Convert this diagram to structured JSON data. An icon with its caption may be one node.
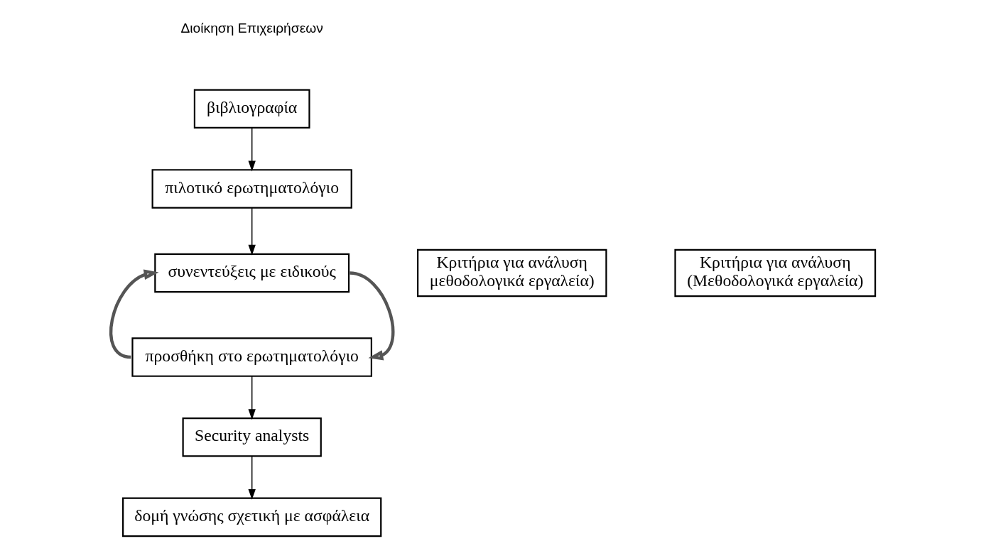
{
  "diagram": {
    "nodes": [
      {
        "text": [
          "βιβλιογραφία"
        ]
      },
      {
        "text": [
          "πιλοτικό ερωτηματολόγιο"
        ]
      },
      {
        "text": [
          "Κριτήρια για ανάλυση μεθοδολογικά εργαλεία)"
        ]
      },
      {
        "text": [
          "συνεντεύξεις με ειδικούς"
        ]
      },
      {
        "text": [
          "Κριτήρια για ανάλυση (Μεθοδολογικά εργαλεία)"
        ]
      },
      {
        "text": [
          "προσθήκη στο ερωτηματολόγιο"
        ]
      },
      {
        "text": [
          "Security analysts"
        ]
      },
      {
        "text": [
          "δομή γνώσης σχετική με ασφάλεια"
        ]
      }
    ],
    "edges": [
      {
        "from": 0,
        "to": 1,
        "arrow": "to"
      },
      {
        "from": 1,
        "to": 3,
        "arrow": "to"
      },
      {
        "from": 5,
        "to": 3,
        "arrow": "to",
        "style": "thick"
      },
      {
        "from": 3,
        "to": 5,
        "arrow": "to",
        "style": "thick"
      },
      {
        "from": 5,
        "to": 6,
        "arrow": "to"
      },
      {
        "from": 6,
        "to": 7,
        "arrow": "to"
      }
    ],
    "labels": [
      "Διοίκηση Επιχειρήσεων"
    ]
  }
}
